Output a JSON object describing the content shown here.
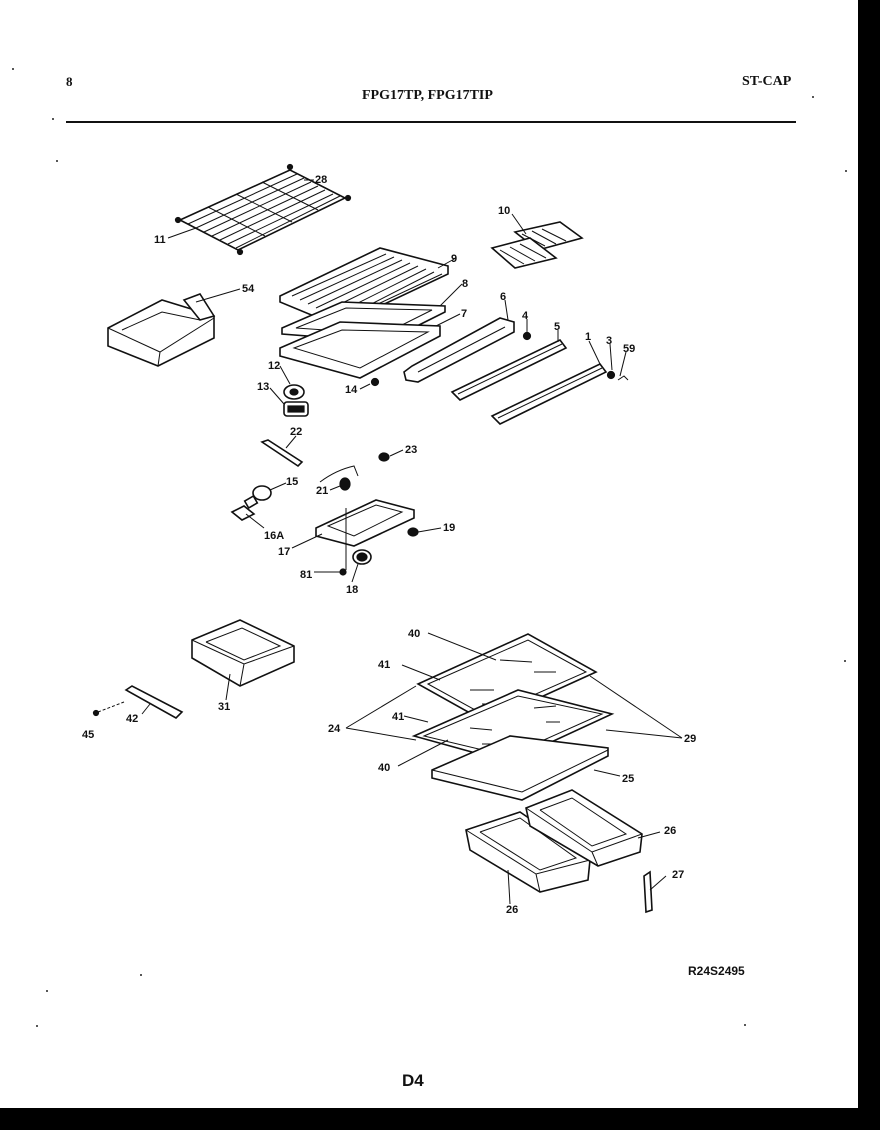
{
  "header": {
    "page_number": "8",
    "models": "FPG17TP, FPG17TIP",
    "code": "ST-CAP"
  },
  "diagram": {
    "part_labels": [
      "28",
      "11",
      "10",
      "9",
      "54",
      "8",
      "7",
      "6",
      "4",
      "5",
      "1",
      "3",
      "59",
      "12",
      "13",
      "14",
      "22",
      "23",
      "15",
      "21",
      "16A",
      "17",
      "19",
      "81",
      "18",
      "40",
      "41",
      "31",
      "42",
      "45",
      "24",
      "41",
      "40",
      "29",
      "25",
      "26",
      "27",
      "26"
    ]
  },
  "reference_number": "R24S2495",
  "footer": "D4"
}
